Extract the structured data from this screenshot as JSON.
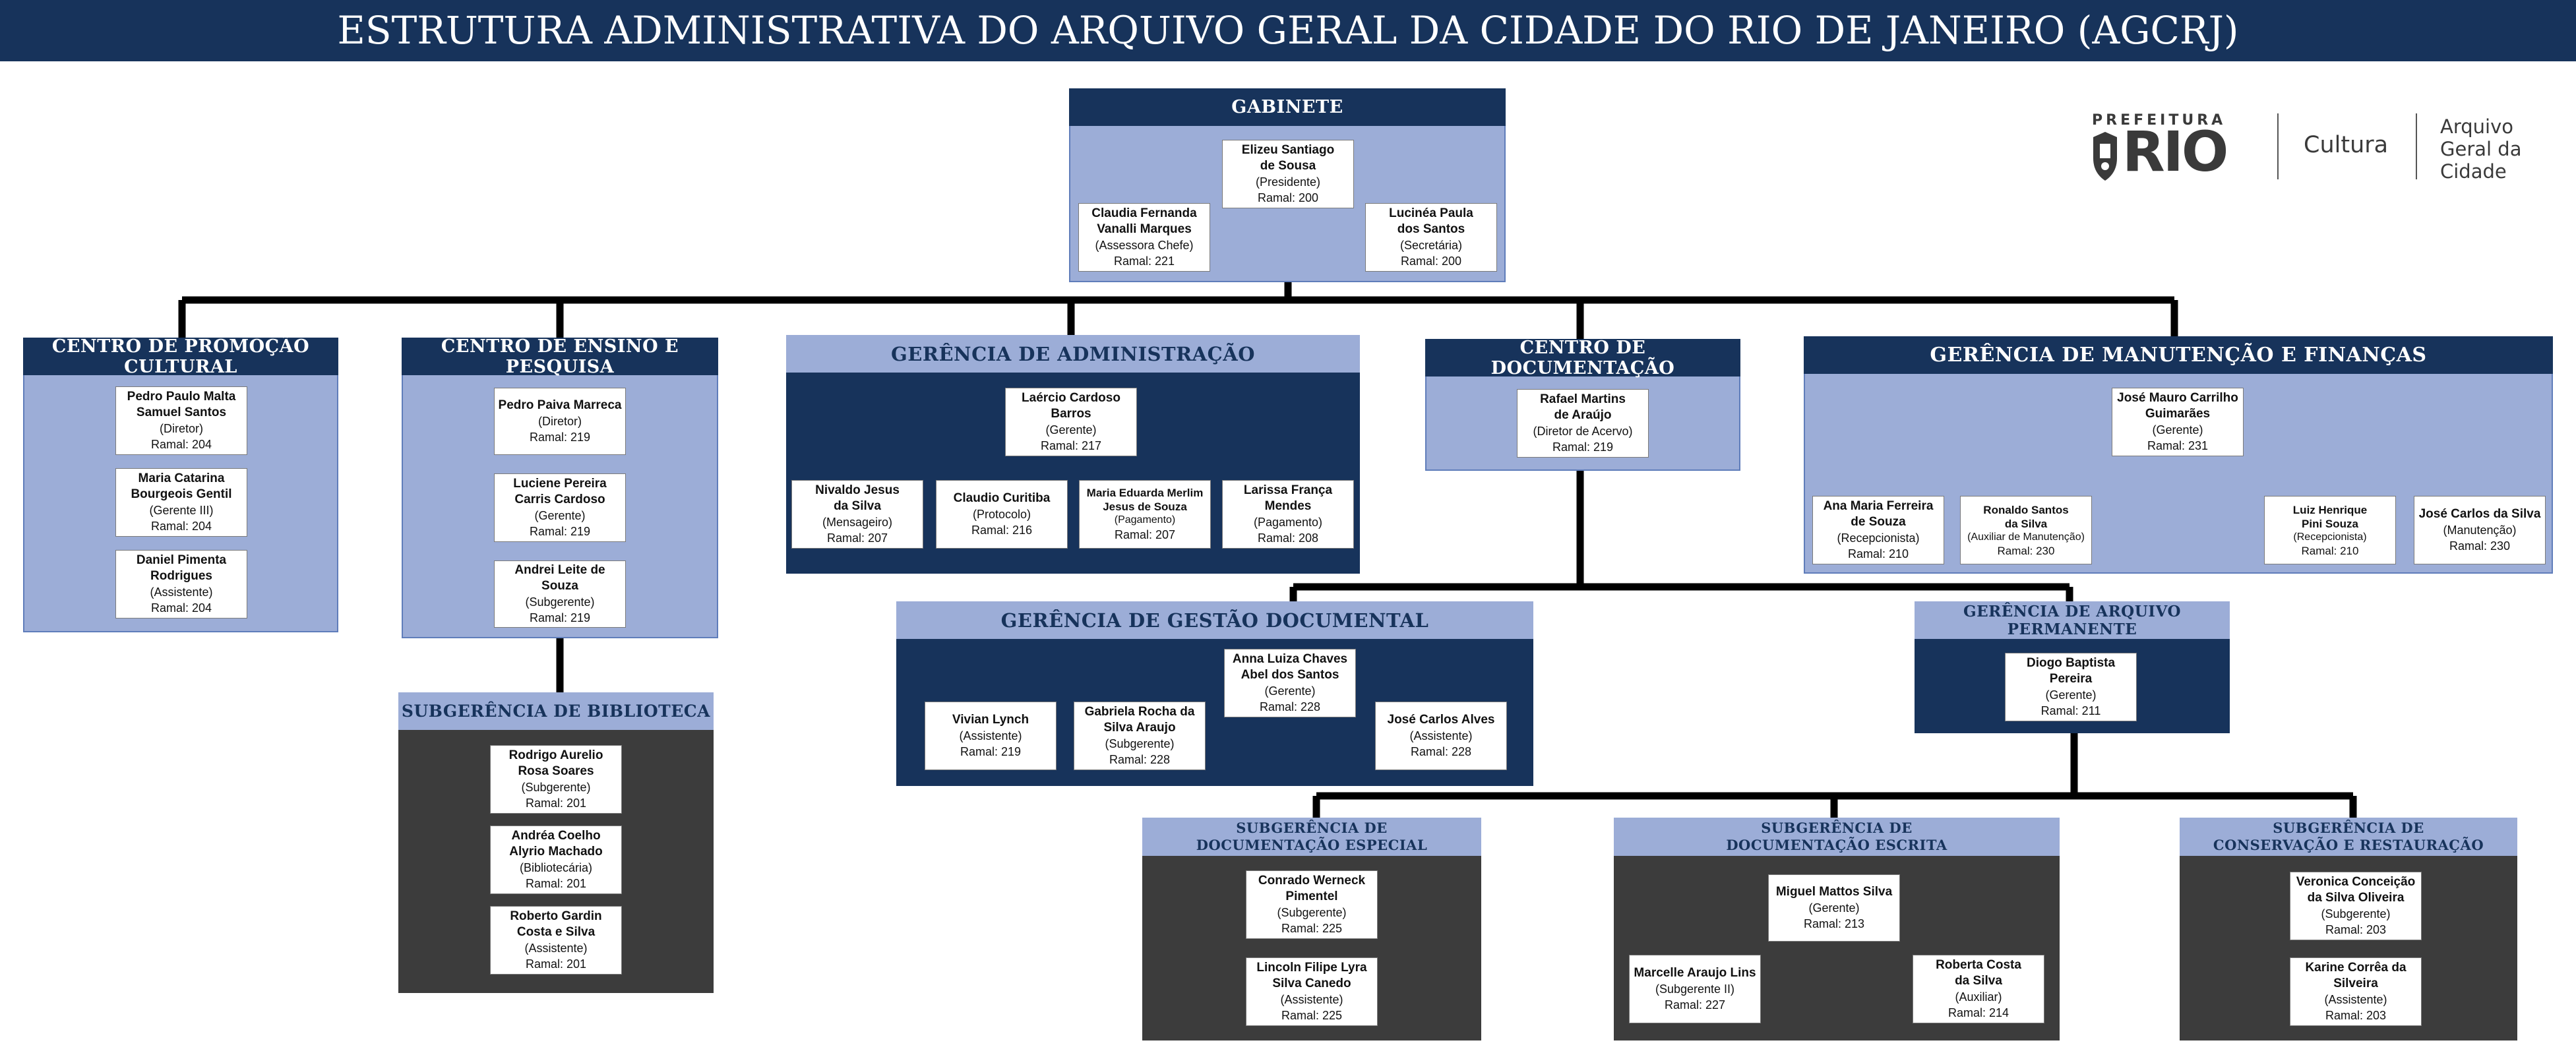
{
  "title": "ESTRUTURA ADMINISTRATIVA DO ARQUIVO GERAL DA CIDADE DO RIO DE JANEIRO (AGCRJ)",
  "logo": {
    "prefeitura": "PREFEITURA",
    "rio": "RIO",
    "cultura": "Cultura",
    "agc_line1": "Arquivo",
    "agc_line2": "Geral da",
    "agc_line3": "Cidade"
  },
  "colors": {
    "navy": "#17335b",
    "light_blue": "#9cadd7",
    "dark_gray": "#3c3c3c",
    "connector": "#000000"
  },
  "units": {
    "gabinete": {
      "title": "GABINETE",
      "people": [
        {
          "name_line1": "Elizeu Santiago",
          "name_line2": "de Sousa",
          "role": "(Presidente)",
          "ramal": "Ramal: 200"
        },
        {
          "name_line1": "Claudia Fernanda",
          "name_line2": "Vanalli Marques",
          "role": "(Assessora Chefe)",
          "ramal": "Ramal: 221"
        },
        {
          "name_line1": "Lucinéa Paula",
          "name_line2": "dos Santos",
          "role": "(Secretária)",
          "ramal": "Ramal: 200"
        }
      ]
    },
    "cpc": {
      "title": "CENTRO DE PROMOÇÃO CULTURAL",
      "people": [
        {
          "name_line1": "Pedro Paulo Malta",
          "name_line2": "Samuel Santos",
          "role": "(Diretor)",
          "ramal": "Ramal: 204"
        },
        {
          "name_line1": "Maria Catarina",
          "name_line2": "Bourgeois Gentil",
          "role": "(Gerente III)",
          "ramal": "Ramal: 204"
        },
        {
          "name_line1": "Daniel Pimenta",
          "name_line2": "Rodrigues",
          "role": "(Assistente)",
          "ramal": "Ramal: 204"
        }
      ]
    },
    "cep": {
      "title": "CENTRO DE ENSINO E PESQUISA",
      "people": [
        {
          "name_line1": "Pedro Paiva Marreca",
          "role": "(Diretor)",
          "ramal": "Ramal: 219"
        },
        {
          "name_line1": "Luciene Pereira",
          "name_line2": "Carris Cardoso",
          "role": "(Gerente)",
          "ramal": "Ramal: 219"
        },
        {
          "name_line1": "Andrei Leite de Souza",
          "role": "(Subgerente)",
          "ramal": "Ramal: 219"
        }
      ]
    },
    "biblioteca": {
      "title": "SUBGERÊNCIA DE BIBLIOTECA",
      "people": [
        {
          "name_line1": "Rodrigo Aurelio",
          "name_line2": "Rosa Soares",
          "role": "(Subgerente)",
          "ramal": "Ramal: 201"
        },
        {
          "name_line1": "Andréa Coelho",
          "name_line2": "Alyrio Machado",
          "role": "(Bibliotecária)",
          "ramal": "Ramal: 201"
        },
        {
          "name_line1": "Roberto Gardin",
          "name_line2": "Costa e Silva",
          "role": "(Assistente)",
          "ramal": "Ramal: 201"
        }
      ]
    },
    "administracao": {
      "title": "GERÊNCIA DE ADMINISTRAÇÃO",
      "people": [
        {
          "name_line1": "Laércio Cardoso",
          "name_line2": "Barros",
          "role": "(Gerente)",
          "ramal": "Ramal: 217"
        },
        {
          "name_line1": "Nivaldo Jesus",
          "name_line2": "da Silva",
          "role": "(Mensageiro)",
          "ramal": "Ramal: 207"
        },
        {
          "name_line1": "Claudio Curitiba",
          "role": "(Protocolo)",
          "ramal": "Ramal: 216"
        },
        {
          "name_line1": "Maria Eduarda Merlim",
          "name_line2": "Jesus de Souza",
          "role": "(Pagamento)",
          "ramal": "Ramal: 207"
        },
        {
          "name_line1": "Larissa França",
          "name_line2": "Mendes",
          "role": "(Pagamento)",
          "ramal": "Ramal: 208"
        }
      ]
    },
    "documentacao": {
      "title": "CENTRO DE DOCUMENTAÇÃO",
      "people": [
        {
          "name_line1": "Rafael Martins",
          "name_line2": "de Araújo",
          "role": "(Diretor de Acervo)",
          "ramal": "Ramal: 219"
        }
      ]
    },
    "manutencao": {
      "title": "GERÊNCIA DE MANUTENÇÃO E FINANÇAS",
      "people": [
        {
          "name_line1": "José Mauro Carrilho",
          "name_line2": "Guimarães",
          "role": "(Gerente)",
          "ramal": "Ramal: 231"
        },
        {
          "name_line1": "Ana Maria Ferreira",
          "name_line2": "de Souza",
          "role": "(Recepcionista)",
          "ramal": "Ramal: 210"
        },
        {
          "name_line1": "Ronaldo Santos",
          "name_line2": "da Silva",
          "role": "(Auxiliar de Manutenção)",
          "ramal": "Ramal: 230"
        },
        {
          "name_line1": "Luiz Henrique",
          "name_line2": "Pini Souza",
          "role": "(Recepcionista)",
          "ramal": "Ramal: 210"
        },
        {
          "name_line1": "José Carlos da Silva",
          "role": "(Manutenção)",
          "ramal": "Ramal: 230"
        }
      ]
    },
    "gestao": {
      "title": "GERÊNCIA DE GESTÃO DOCUMENTAL",
      "people": [
        {
          "name_line1": "Anna Luiza Chaves",
          "name_line2": "Abel dos Santos",
          "role": "(Gerente)",
          "ramal": "Ramal: 228"
        },
        {
          "name_line1": "Vivian Lynch",
          "role": "(Assistente)",
          "ramal": "Ramal: 219"
        },
        {
          "name_line1": "Gabriela Rocha da",
          "name_line2": "Silva Araujo",
          "role": "(Subgerente)",
          "ramal": "Ramal: 228"
        },
        {
          "name_line1": "José Carlos Alves",
          "role": "(Assistente)",
          "ramal": "Ramal: 228"
        }
      ]
    },
    "permanente": {
      "title": "GERÊNCIA DE ARQUIVO PERMANENTE",
      "people": [
        {
          "name_line1": "Diogo Baptista",
          "name_line2": "Pereira",
          "role": "(Gerente)",
          "ramal": "Ramal: 211"
        }
      ]
    },
    "especial": {
      "title_line1": "SUBGERÊNCIA DE",
      "title_line2": "DOCUMENTAÇÃO ESPECIAL",
      "people": [
        {
          "name_line1": "Conrado Werneck",
          "name_line2": "Pimentel",
          "role": "(Subgerente)",
          "ramal": "Ramal: 225"
        },
        {
          "name_line1": "Lincoln Filipe Lyra",
          "name_line2": "Silva Canedo",
          "role": "(Assistente)",
          "ramal": "Ramal: 225"
        }
      ]
    },
    "escrita": {
      "title_line1": "SUBGERÊNCIA DE",
      "title_line2": "DOCUMENTAÇÃO ESCRITA",
      "people": [
        {
          "name_line1": "Miguel Mattos Silva",
          "role": "(Gerente)",
          "ramal": "Ramal: 213"
        },
        {
          "name_line1": "Marcelle Araujo Lins",
          "role": "(Subgerente II)",
          "ramal": "Ramal: 227"
        },
        {
          "name_line1": "Roberta Costa",
          "name_line2": "da Silva",
          "role": "(Auxiliar)",
          "ramal": "Ramal: 214"
        }
      ]
    },
    "conservacao": {
      "title_line1": "SUBGERÊNCIA DE",
      "title_line2": "CONSERVAÇÃO E RESTAURAÇÃO",
      "people": [
        {
          "name_line1": "Veronica Conceição",
          "name_line2": "da Silva Oliveira",
          "role": "(Subgerente)",
          "ramal": "Ramal: 203"
        },
        {
          "name_line1": "Karine Corrêa da",
          "name_line2": "Silveira",
          "role": "(Assistente)",
          "ramal": "Ramal: 203"
        }
      ]
    }
  }
}
